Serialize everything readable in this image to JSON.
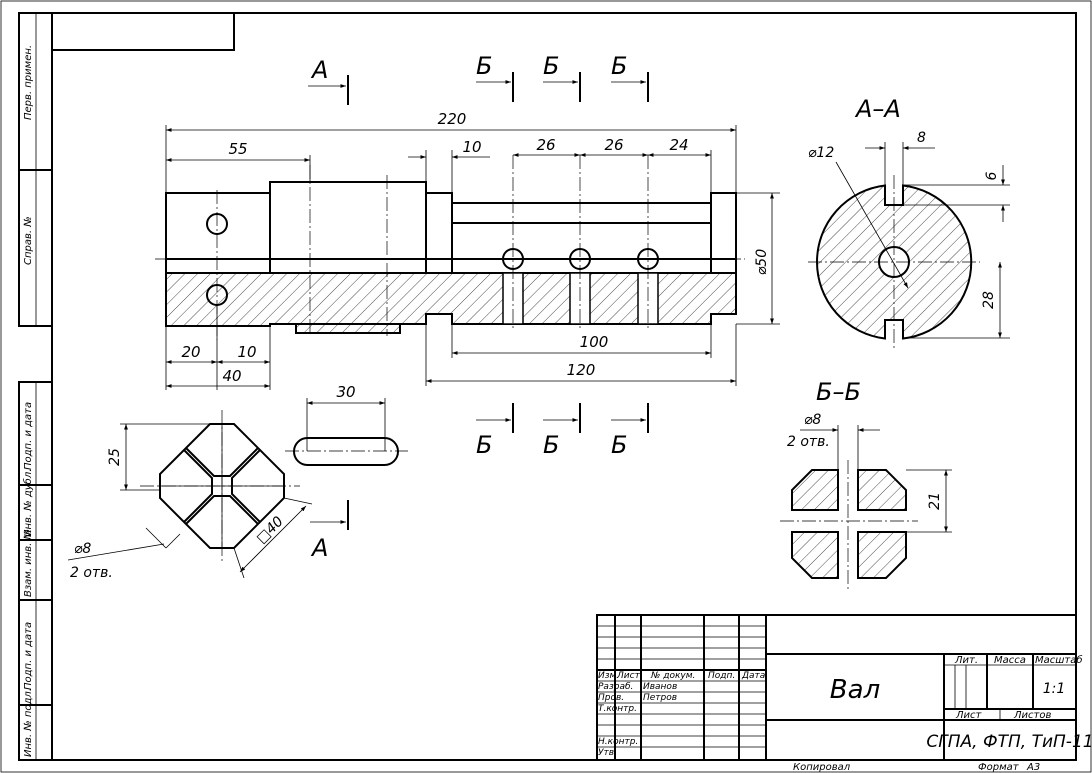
{
  "side_stamp": {
    "perv_primen": "Перв. примен.",
    "sprav_no": "Справ. №",
    "podp_data_1": "Подп. и дата",
    "inv_dubl": "Инв. № дубл.",
    "vzam_inv": "Взам. инв. №",
    "podp_data_2": "Подп. и дата",
    "inv_podl": "Инв. № подл."
  },
  "section_marks": {
    "a_letter": "А",
    "b_letter": "Б",
    "title_aa": "А–А",
    "title_bb": "Б–Б"
  },
  "dimensions": {
    "total_length": "220",
    "d55": "55",
    "d10_top": "10",
    "d26_a": "26",
    "d26_b": "26",
    "d24": "24",
    "d50": "⌀50",
    "d20": "20",
    "d10_bottom": "10",
    "d40": "40",
    "d100": "100",
    "d120": "120",
    "aa_phi12": "⌀12",
    "aa_8": "8",
    "aa_6": "6",
    "aa_28": "28",
    "bb_phi8": "⌀8",
    "bb_holes": "2 отв.",
    "bb_21": "21",
    "slot_30": "30",
    "sq_25": "25",
    "sq_40": "□40",
    "sq_phi8": "⌀8",
    "sq_holes": "2 отв."
  },
  "title_block": {
    "col_izm": "Изм.",
    "col_list": "Лист",
    "col_doc": "№ докум.",
    "col_podp": "Подп.",
    "col_data": "Дата",
    "razrab_label": "Разраб.",
    "razrab_name": "Иванов",
    "prov_label": "Пров.",
    "prov_name": "Петров",
    "tkontr_label": "Т.контр.",
    "nkontr_label": "Н.контр.",
    "utv_label": "Утв.",
    "part_name": "Вал",
    "lit_label": "Лит.",
    "massa_label": "Масса",
    "masshtab_label": "Масштаб",
    "scale_value": "1:1",
    "list_label": "Лист",
    "listov_label": "Листов",
    "organization": "СГПА, ФТП, ТиП-11"
  },
  "footer": {
    "kopiroval": "Копировал",
    "format_label": "Формат",
    "format_value": "А3"
  }
}
